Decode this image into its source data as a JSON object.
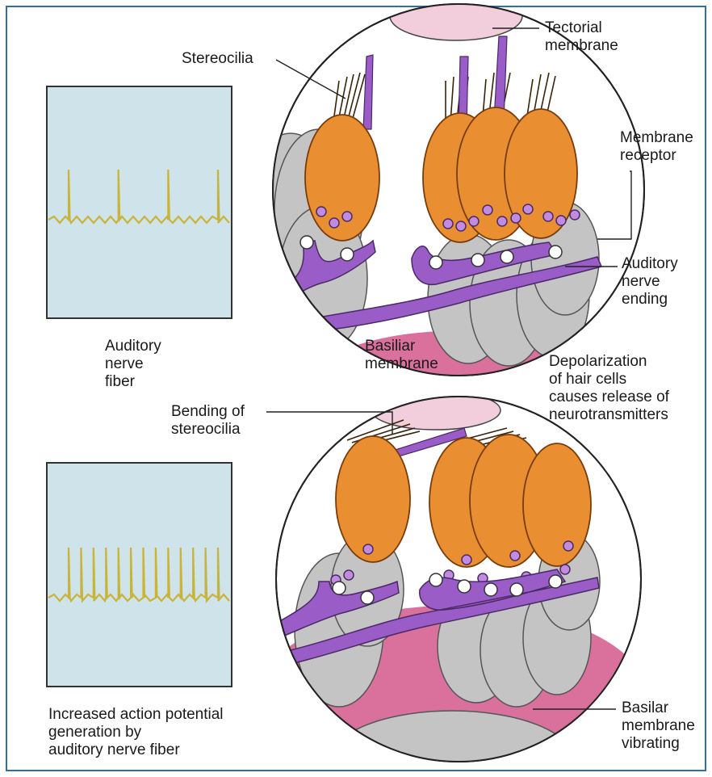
{
  "colors": {
    "frame": "#2f6fa8",
    "panel": "#cfe3ea",
    "trace": "#c9b43a",
    "hair_cell": "#e98f32",
    "hair_cell_edge": "#7a3b0b",
    "support_cell": "#c4c4c4",
    "nerve": "#9a5cc7",
    "vesicle": "#c38be0",
    "tectorial": "#f2cddb",
    "basilar": "#d9719c"
  },
  "labels": {
    "stereocilia": "Stereocilia",
    "tectorial_membrane": "Tectorial\nmembrane",
    "membrane_receptor": "Membrane\nreceptor",
    "auditory_nerve_ending": "Auditory\nnerve\nending",
    "auditory_nerve_fiber": "Auditory\nnerve\nfiber",
    "basiliar_membrane": "Basiliar\nmembrane",
    "depolarization_note": "Depolarization\nof hair cells\ncauses release of\nneurotransmitters",
    "bending_of_stereocilia": "Bending of\nstereocilia",
    "basilar_membrane_vibrating": "Basilar\nmembrane\nvibrating",
    "increased_action_potential": "Increased action potential\ngeneration by\nauditory nerve fiber"
  },
  "traces": {
    "resting_spike_count": 4,
    "stimulated_spike_count": 13
  }
}
